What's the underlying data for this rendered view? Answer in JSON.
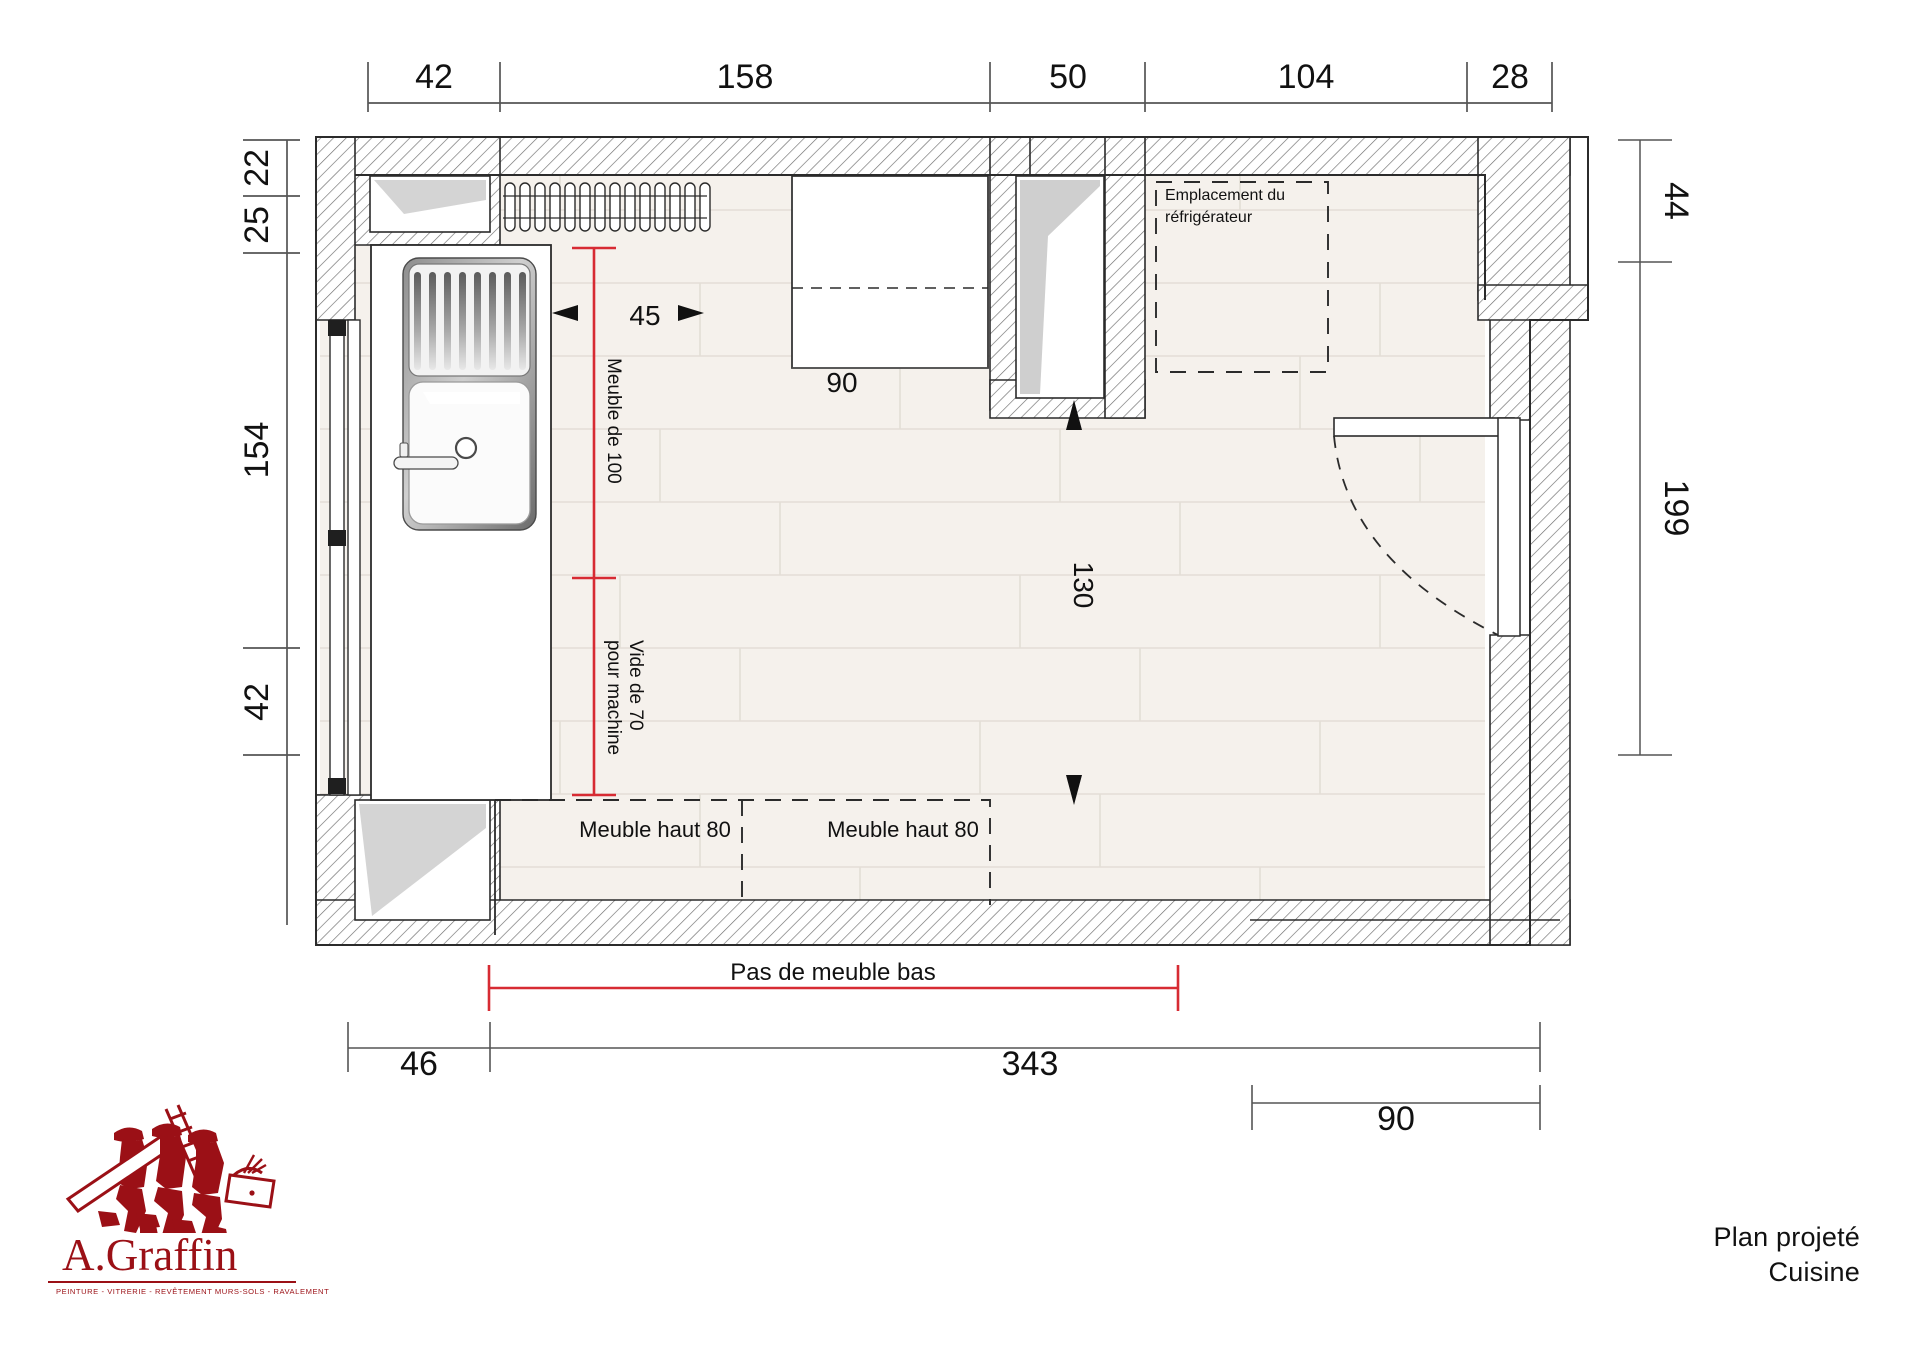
{
  "drawing": {
    "title_line1": "Plan projeté",
    "title_line2": "Cuisine",
    "accent_red": "#d72b33",
    "wall_fill": "#f4f0ea",
    "floor_fill": "#f5f1ec",
    "line_color": "#2b2b2b"
  },
  "logo": {
    "name": "A.Graffin",
    "tagline": "PEINTURE - VITRERIE - REVÊTEMENT MURS-SOLS - RAVALEMENT",
    "color": "#9b1016"
  },
  "dimensions": {
    "top": [
      {
        "value": "42"
      },
      {
        "value": "158"
      },
      {
        "value": "50"
      },
      {
        "value": "104"
      },
      {
        "value": "28"
      }
    ],
    "left": [
      {
        "value": "22"
      },
      {
        "value": "25"
      },
      {
        "value": "154"
      },
      {
        "value": "42"
      }
    ],
    "right": [
      {
        "value": "44"
      },
      {
        "value": "199"
      }
    ],
    "bottom": [
      {
        "value": "46"
      },
      {
        "value": "343"
      }
    ],
    "bottom_secondary": [
      {
        "value": "90"
      }
    ]
  },
  "annotations": {
    "sink_gap": "45",
    "cabinet_100": "Meuble de 100",
    "machine_gap": "Vide de 70\npour machine",
    "machine_gap_line1": "Vide de 70",
    "machine_gap_line2": "pour machine",
    "fridge_line1": "Emplacement du",
    "fridge_line2": "réfrigérateur",
    "stove_width": "90",
    "room_width": "130",
    "wall_cabinet_left": "Meuble haut 80",
    "wall_cabinet_right": "Meuble haut 80",
    "no_base_cabinet": "Pas de meuble bas"
  }
}
